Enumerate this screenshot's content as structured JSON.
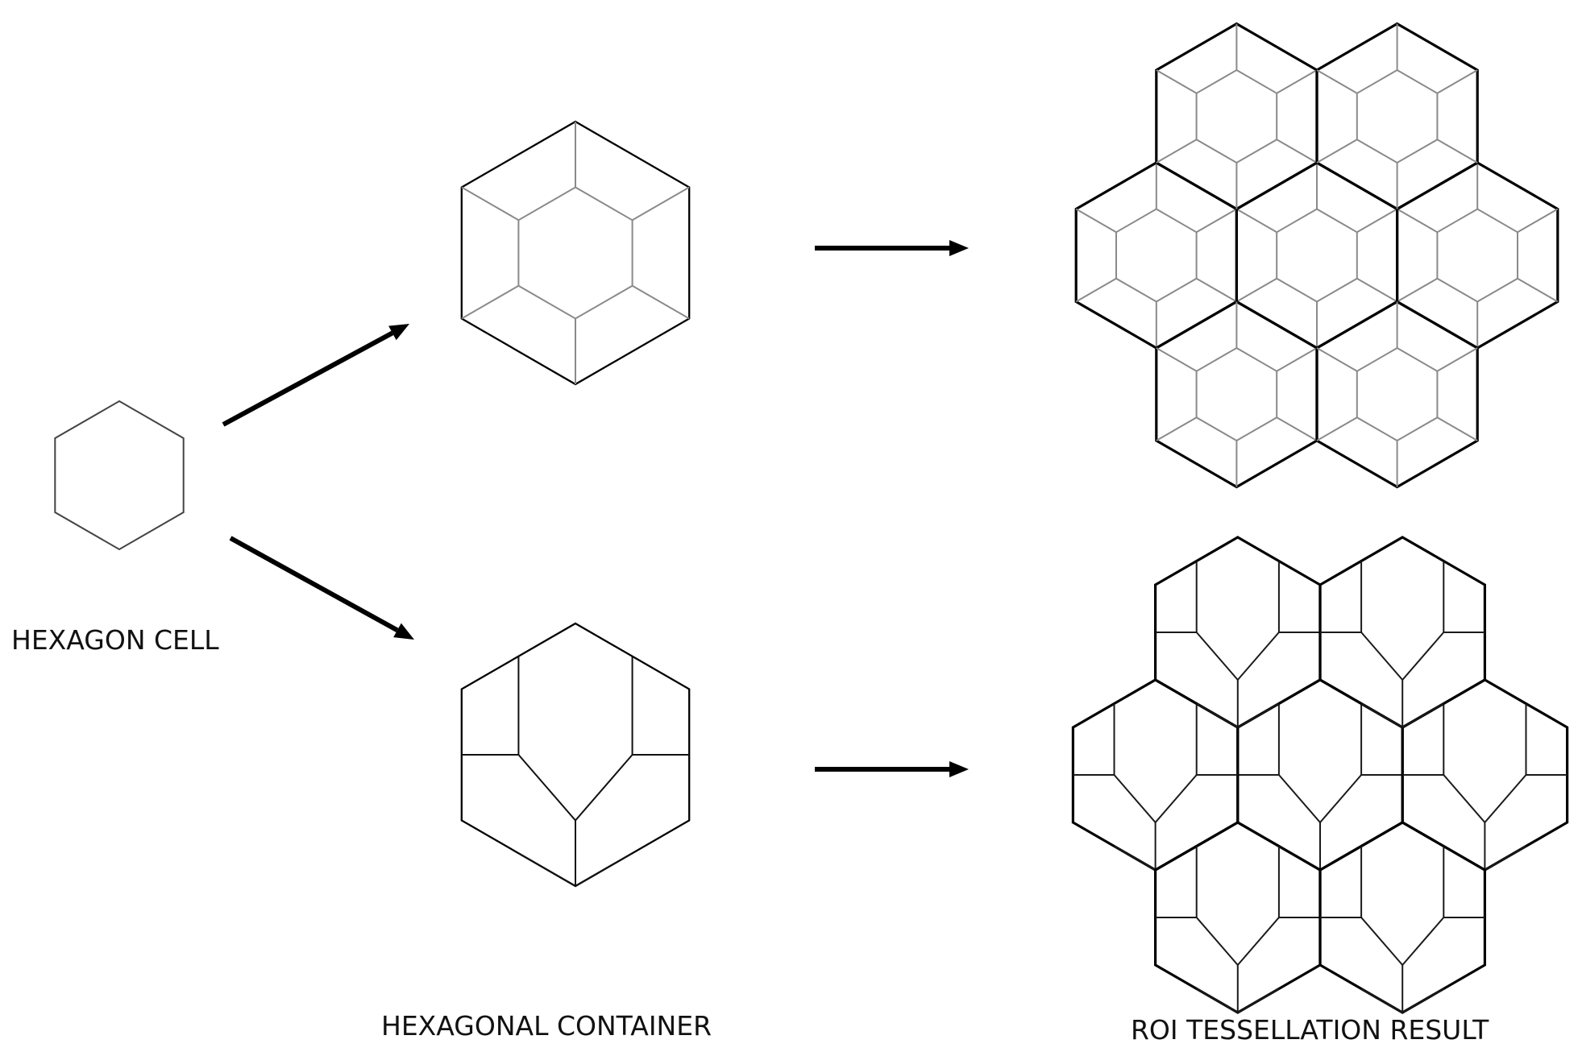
{
  "labels": {
    "hexagon_cell": "HEXAGON CELL",
    "hexagonal_container": "HEXAGONAL CONTAINER",
    "roi_tessellation_result": "ROI TESSELLATION RESULT"
  },
  "colors": {
    "outline": "#000000",
    "inner_lines": "#8a8a8a",
    "background": "#ffffff"
  }
}
